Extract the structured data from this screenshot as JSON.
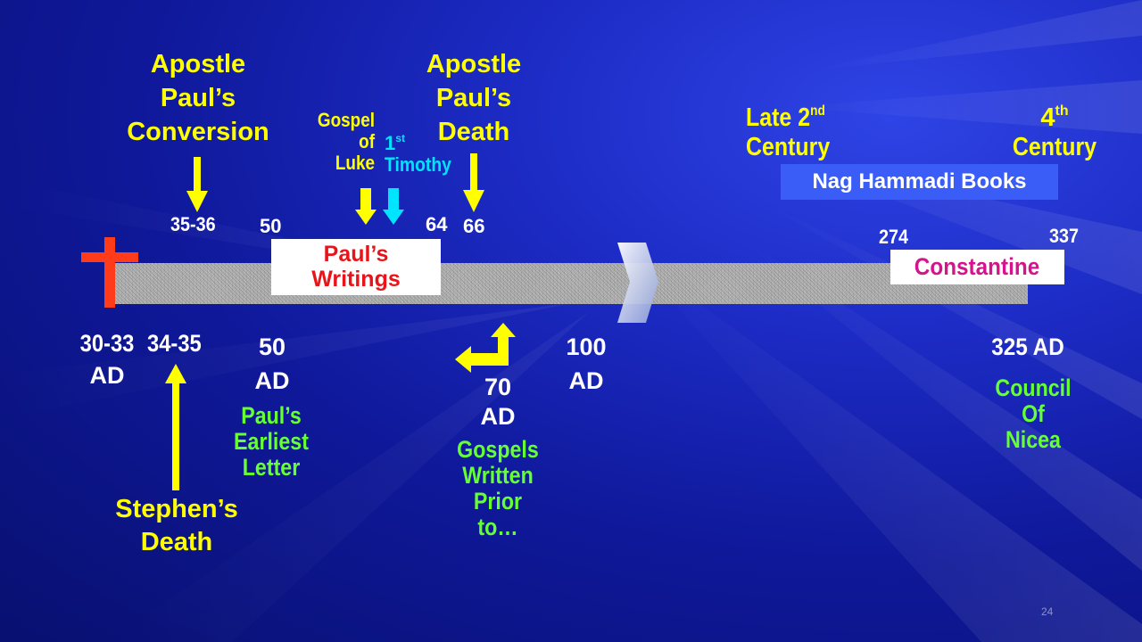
{
  "labels": {
    "conversion": [
      "Apostle",
      "Paul’s",
      "Conversion"
    ],
    "death": [
      "Apostle",
      "Paul’s",
      "Death"
    ],
    "gospel_luke": [
      "Gospel",
      "of",
      "Luke"
    ],
    "timothy_num": "1",
    "timothy_sup": "st",
    "timothy_name": "Timothy",
    "late_2nd": "Late 2",
    "late_2nd_sup": "nd",
    "century": "Century",
    "fourth": "4",
    "fourth_sup": "th",
    "nag_hammadi": "Nag Hammadi Books",
    "pauls_writings": [
      "Paul’s",
      "Writings"
    ],
    "constantine": "Constantine",
    "stephens_death": [
      "Stephen’s",
      "Death"
    ],
    "pauls_earliest": [
      "Paul’s",
      "Earliest",
      "Letter"
    ],
    "gospels_written": [
      "Gospels",
      "Written",
      "Prior",
      "to…"
    ],
    "council": [
      "Council",
      "Of",
      "Nicea"
    ]
  },
  "years": {
    "y35_36": "35-36",
    "y50_top": "50",
    "y64": "64",
    "y66": "66",
    "y274": "274",
    "y337": "337",
    "y30_33": "30-33",
    "ad": "AD",
    "y34_35": "34-35",
    "y50_bottom": "50",
    "y70": "70",
    "y100": "100",
    "y325": "325 AD"
  },
  "footer": {
    "page_number": "24"
  },
  "colors": {
    "background": "#1424b0",
    "yellow": "#ffff00",
    "green": "#66ff33",
    "cyan": "#00e5ff",
    "cross": "#ff3b1a",
    "writings_text": "#e8141a",
    "constantine_text": "#d4148c",
    "nag_box": "#3a5cf7"
  },
  "icons": [
    "cross-icon",
    "down-arrow-icon",
    "up-arrow-icon",
    "bent-arrow-icon",
    "chevron-break-icon"
  ]
}
